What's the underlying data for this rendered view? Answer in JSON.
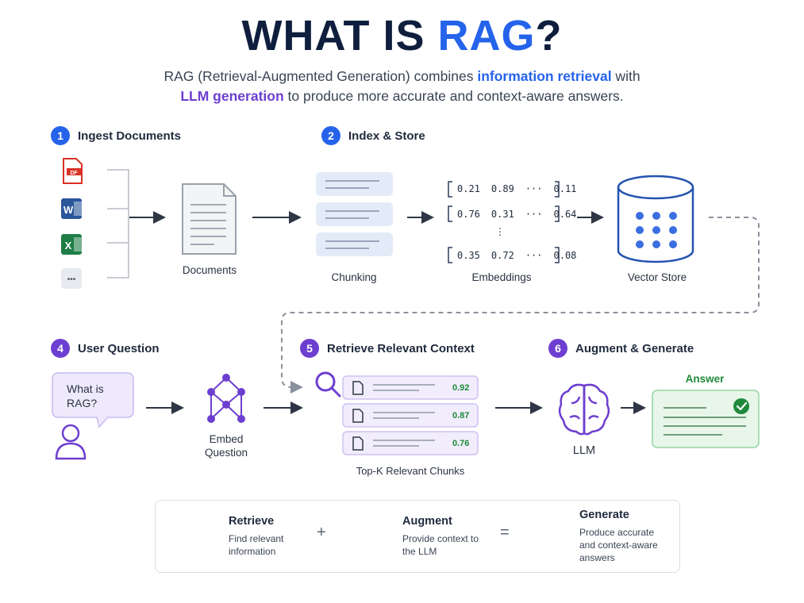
{
  "header": {
    "title_prefix": "WHAT IS ",
    "title_accent": "RAG",
    "title_suffix": "?",
    "subtitle_1": "RAG (Retrieval-Augmented Generation) combines ",
    "subtitle_highlight_1": "information retrieval",
    "subtitle_2": " with",
    "subtitle_highlight_2": "LLM generation",
    "subtitle_3": " to produce more accurate and context-aware answers."
  },
  "colors": {
    "blue": "#2563eb",
    "purple": "#6d3fd0",
    "green": "#1f8a3a",
    "navy": "#0f1e3d"
  },
  "steps": [
    {
      "num": "1",
      "label": "Ingest Documents"
    },
    {
      "num": "2",
      "label": "Index & Store"
    },
    {
      "num": "4",
      "label": "User Question"
    },
    {
      "num": "5",
      "label": "Retrieve Relevant Context"
    },
    {
      "num": "6",
      "label": "Augment & Generate"
    }
  ],
  "doc_icons": [
    "pdf-icon",
    "word-icon",
    "excel-icon",
    "more-icon"
  ],
  "pdf_badge": "DF",
  "word_badge": "W",
  "excel_badge": "X",
  "more_dots": "•••",
  "labels": {
    "documents": "Documents",
    "chunking": "Chunking",
    "embeddings": "Embeddings",
    "vector_store": "Vector Store",
    "embed_question_1": "Embed",
    "embed_question_2": "Question",
    "top_k": "Top-K Relevant Chunks",
    "llm": "LLM",
    "answer": "Answer"
  },
  "embeddings": [
    [
      "0.21",
      "0.89",
      "···",
      "0.11"
    ],
    [
      "0.76",
      "0.31",
      "···",
      "0.64"
    ],
    [
      "0.35",
      "0.72",
      "···",
      "0.08"
    ]
  ],
  "embeddings_vdots": "⋮",
  "question": {
    "line1": "What is",
    "line2": "RAG?"
  },
  "scores": [
    "0.92",
    "0.87",
    "0.76"
  ],
  "legend": {
    "retrieve": {
      "title": "Retrieve",
      "desc1": "Find relevant",
      "desc2": "information"
    },
    "plus": "+",
    "augment": {
      "title": "Augment",
      "desc1": "Provide context to",
      "desc2": "the LLM"
    },
    "equals": "=",
    "generate": {
      "title": "Generate",
      "desc1": "Produce accurate",
      "desc2": "and context-aware",
      "desc3": "answers"
    }
  }
}
